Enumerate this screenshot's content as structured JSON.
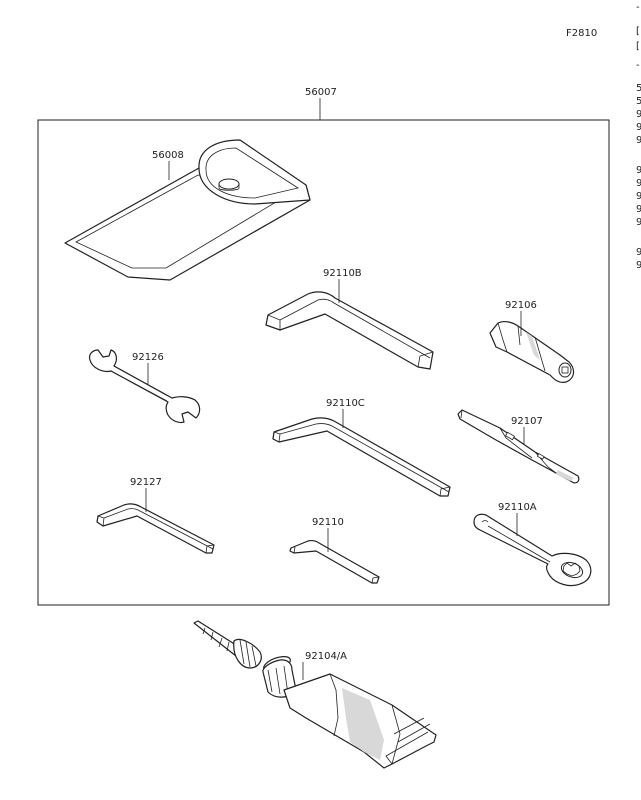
{
  "figure_code": "F2810",
  "assembly": {
    "part_no": "56007"
  },
  "parts": [
    {
      "id": "pouch",
      "part_no": "56008"
    },
    {
      "id": "hex-wrench-large",
      "part_no": "92110B"
    },
    {
      "id": "handle-grip",
      "part_no": "92106"
    },
    {
      "id": "open-end-wrench",
      "part_no": "92126"
    },
    {
      "id": "hex-wrench-medium",
      "part_no": "92110C"
    },
    {
      "id": "screwdriver-bit",
      "part_no": "92107"
    },
    {
      "id": "hex-wrench-small-l",
      "part_no": "92127"
    },
    {
      "id": "hex-wrench-tiny",
      "part_no": "92110"
    },
    {
      "id": "box-wrench",
      "part_no": "92110A"
    },
    {
      "id": "grease-tube",
      "part_no": "92104/A"
    }
  ],
  "margin_marks": [
    "-",
    "[",
    "[",
    "-",
    "5",
    "5",
    "9",
    "9",
    "9",
    "9",
    "9",
    "9",
    "9",
    "9",
    "9",
    "9"
  ]
}
